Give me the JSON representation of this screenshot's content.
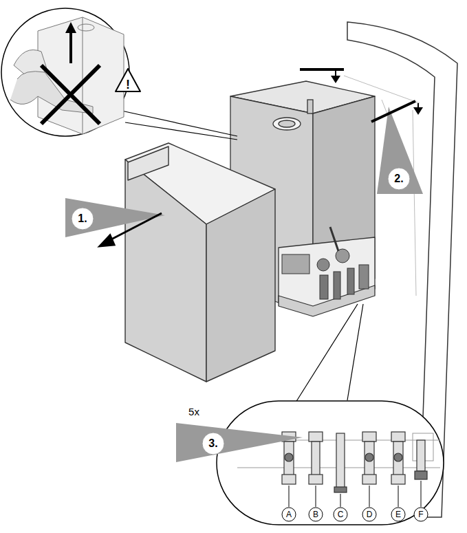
{
  "diagram": {
    "labels": [
      "!",
      "1.",
      "2.",
      "5x",
      "3.",
      "A",
      "B",
      "C",
      "D",
      "E",
      "F"
    ]
  }
}
